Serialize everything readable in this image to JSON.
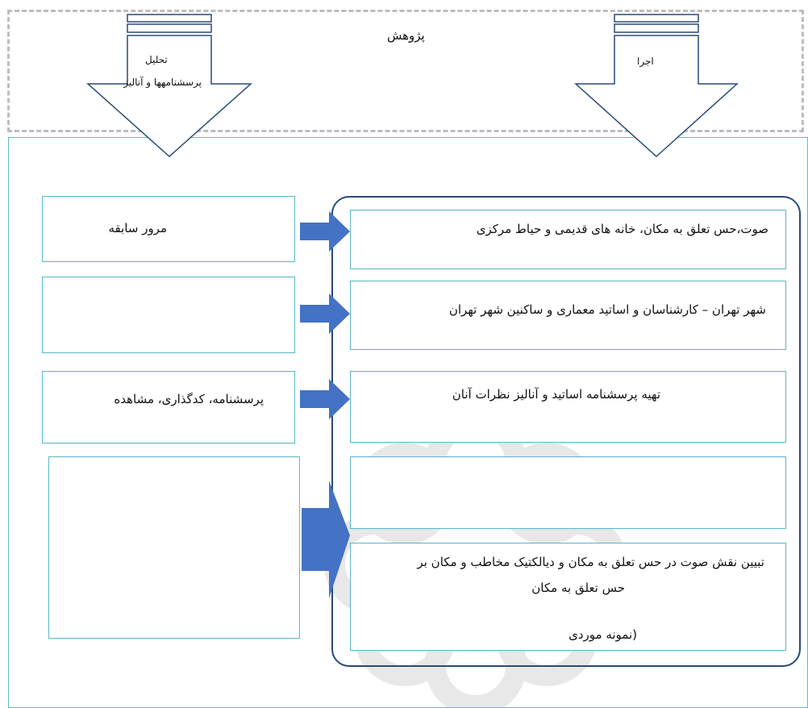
{
  "colors": {
    "dashed_border": "#bdbdbd",
    "main_border": "#5fb8c8",
    "box_border": "#59b6c6",
    "rounded_border": "#2a4a78",
    "big_arrow_stroke": "#2a4a78",
    "block_arrow_fill": "#4472c4",
    "watermark": "#999999"
  },
  "header": {
    "title": "پژوهش",
    "left_arrow": {
      "line1": "تحلیل",
      "line2": "پرسشنامهها و آنالیز"
    },
    "right_arrow": {
      "label": "اجرا"
    }
  },
  "left_column": {
    "boxes": [
      {
        "text": "مرور سابقه"
      },
      {
        "text": ""
      },
      {
        "text": "پرسشنامه، کدگذاری، مشاهده"
      },
      {
        "text": ""
      }
    ]
  },
  "right_column": {
    "boxes": [
      {
        "text": "صوت،حس تعلق به مکان، خانه های قدیمی و حیاط مرکزی"
      },
      {
        "text": "شهر تهران – کارشناسان و اساتید معماری و ساکنین شهر تهران"
      },
      {
        "text": "تهیه پرسشنامه اساتید و آنالیز نظرات آنان"
      },
      {
        "text": ""
      }
    ],
    "final_box": {
      "line1": "تبیین نقش صوت در حس تعلق به مکان و دیالکتیک مخاطب و مکان بر",
      "line2": "حس تعلق به مکان",
      "line3": "(نمونه موردی"
    }
  },
  "icons": {
    "big_arrow": "down-arrow-icon",
    "block_arrow": "right-arrow-icon",
    "watermark": "rosette-watermark-icon"
  }
}
